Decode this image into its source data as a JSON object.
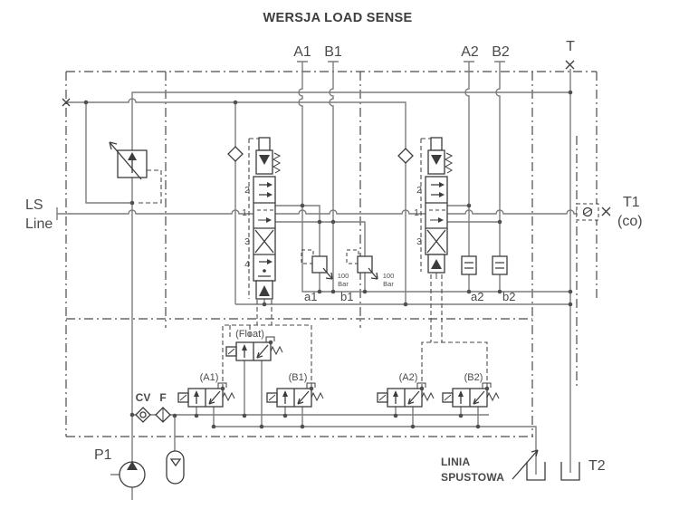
{
  "title": "WERSJA LOAD SENSE",
  "colors": {
    "line": "#7d7d7d",
    "symbol": "#3c3c3c",
    "frame": "#4a4a4a",
    "text": "#4a4a4a",
    "title_text": "#3d3d3d",
    "background": "#ffffff"
  },
  "top_ports": {
    "a1": "A1",
    "b1": "B1",
    "a2": "A2",
    "b2": "B2",
    "t": "T"
  },
  "ls_port": {
    "line1": "LS",
    "line2": "Line"
  },
  "t1_port": {
    "label": "T1",
    "sub": "(co)"
  },
  "section1": {
    "positions": {
      "p2": "2",
      "p1": "1",
      "p3": "3",
      "p4": "4"
    },
    "port_a": "a1",
    "port_b": "b1",
    "relief_a": {
      "value": "100",
      "unit": "Bar"
    },
    "relief_b": {
      "value": "100",
      "unit": "Bar"
    }
  },
  "section2": {
    "positions": {
      "p2": "2",
      "p1": "1",
      "p3": "3"
    },
    "port_a": "a2",
    "port_b": "b2"
  },
  "pilot_valves": {
    "float": "(Float)",
    "a1": "(A1)",
    "b1": "(B1)",
    "a2": "(A2)",
    "b2": "(B2)"
  },
  "supply": {
    "check_valve": "CV",
    "filter": "F",
    "pump": "P1"
  },
  "tanks": {
    "t2": "T2",
    "drain_label_line1": "LINIA",
    "drain_label_line2": "SPUSTOWA"
  }
}
